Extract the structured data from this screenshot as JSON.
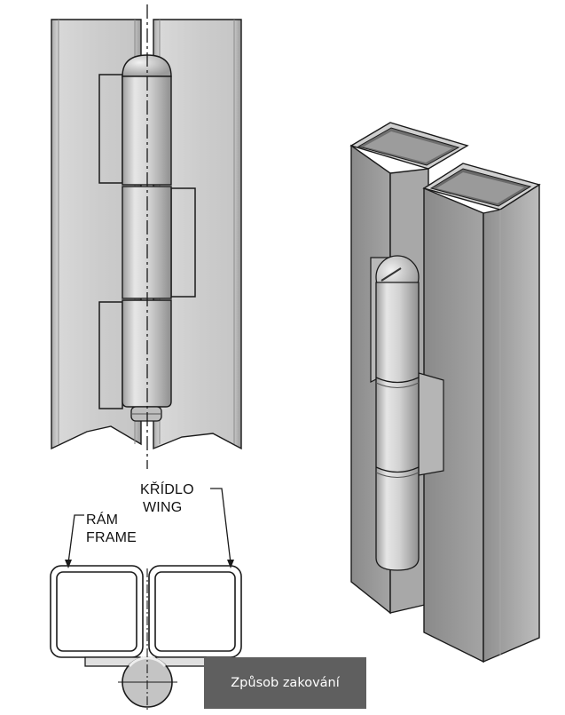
{
  "labels": {
    "wing_cz": "KŘÍDLO",
    "wing_en": "WING",
    "frame_cz": "RÁM",
    "frame_en": "FRAME"
  },
  "caption": "Způsob zakování",
  "colors": {
    "metal_light": "#e9e9e9",
    "metal_mid": "#c9c9c9",
    "metal_dark": "#8d8d8d",
    "outline": "#1a1a1a",
    "caption_bg": "#5f5f5f"
  }
}
